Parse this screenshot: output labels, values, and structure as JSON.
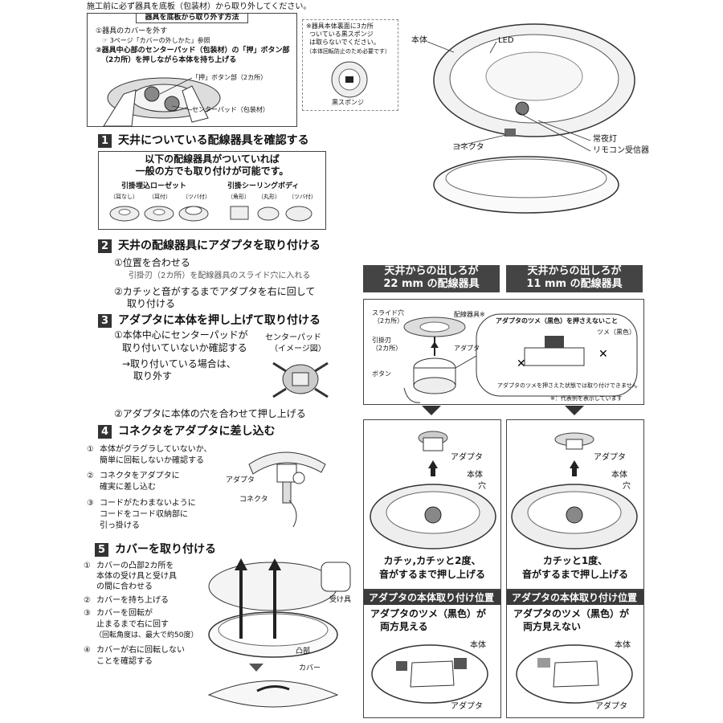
{
  "top_note": "施工前に必ず器具を底板（包装材）から取り外してください。",
  "removal_box": {
    "title": "器具を底板から取り外す方法",
    "step1": "①器具のカバーを外す",
    "step1_ref": "☞ 3ページ「カバーの外しかた」参照",
    "step2_line1": "②器具中心部のセンターパッド（包装材）の「押」ボタン部",
    "step2_line2": "（2カ所）を押しながら本体を持ち上げる",
    "label_push": "「押」ボタン部（2カ所）",
    "label_pad": "センターパッド（包装材）"
  },
  "sponge_note": {
    "line1": "※器具本体裏面に3カ所",
    "line2": "ついている黒スポンジ",
    "line3": "は取らないでください。",
    "line4": "（本体回転防止のため必要です）",
    "label": "黒スポンジ"
  },
  "top_right_diagram": {
    "label_body": "本体",
    "label_led": "LED",
    "label_nightlight": "常夜灯",
    "label_connector": "コネクタ",
    "label_receiver": "リモコン受信器"
  },
  "section1": {
    "num": "1",
    "title": "天井についている配線器具を確認する",
    "box_line1": "以下の配線器具がついていれば",
    "box_line2": "一般の方でも取り付けが可能です。",
    "group1_title": "引掛埋込ローゼット",
    "group1_items": [
      "（耳なし）",
      "（耳付）",
      "（ツバ付）"
    ],
    "group2_title": "引掛シーリングボディ",
    "group2_items": [
      "（角形）",
      "（丸形）",
      "（ツバ付）"
    ]
  },
  "section2": {
    "num": "2",
    "title": "天井の配線器具にアダプタを取り付ける",
    "step1": "①位置を合わせる",
    "step1_detail": "引掛刃（2カ所）を配線器具のスライド穴に入れる",
    "step2_line1": "②カチッと音がするまでアダプタを右に回して",
    "step2_line2": "取り付ける"
  },
  "section3": {
    "num": "3",
    "title": "アダプタに本体を押し上げて取り付ける",
    "step1_line1": "①本体中心にセンターパッドが",
    "step1_line2": "取り付いていないか確認する",
    "step1_line3": "→取り付いている場合は、",
    "step1_line4": "取り外す",
    "pad_label1": "センターパッド",
    "pad_label2": "（イメージ図）",
    "step2": "②アダプタに本体の穴を合わせて押し上げる"
  },
  "section4": {
    "num": "4",
    "title": "コネクタをアダプタに差し込む",
    "items": [
      {
        "n": "①",
        "l1": "本体がグラグラしていないか、",
        "l2": "簡単に回転しないか確認する"
      },
      {
        "n": "②",
        "l1": "コネクタをアダプタに",
        "l2": "確実に差し込む"
      },
      {
        "n": "③",
        "l1": "コードがたわまないように",
        "l2": "コードをコード収納部に",
        "l3": "引っ掛ける"
      }
    ],
    "label_adapter": "アダプタ",
    "label_connector": "コネクタ"
  },
  "section5": {
    "num": "5",
    "title": "カバーを取り付ける",
    "items": [
      {
        "n": "①",
        "l1": "カバーの凸部2カ所を",
        "l2": "本体の受け具と受け具",
        "l3": "の間に合わせる"
      },
      {
        "n": "②",
        "l1": "カバーを持ち上げる"
      },
      {
        "n": "③",
        "l1": "カバーを回転が",
        "l2": "止まるまで右に回す",
        "l3": "（回転角度は、最大で約50度）"
      },
      {
        "n": "④",
        "l1": "カバーが右に回転しない",
        "l2": "ことを確認する"
      }
    ],
    "label_receiver": "受け具",
    "label_protrusion": "凸部",
    "label_cover": "カバー"
  },
  "right_panels": {
    "left_head_l1": "天井からの出しろが",
    "left_head_l2": "22 mm の配線器具",
    "right_head_l1": "天井からの出しろが",
    "right_head_l2": "11 mm の配線器具",
    "detail": {
      "slide_hole": "スライド穴",
      "slide_hole2": "（2カ所）",
      "wiring": "配線器具※",
      "hook_blade": "引掛刃",
      "hook_blade2": "（2カ所）",
      "adapter": "アダプタ",
      "button": "ボタン",
      "warn": "アダプタのツメ（黒色）を押さえないこと",
      "claw": "ツメ（黒色）",
      "warn_note": "アダプタのツメを押さえた状態では取り付けできません",
      "example_note": "※：代表例を表示しています"
    },
    "left_mid": {
      "adapter": "アダプタ",
      "body": "本体",
      "hole": "穴",
      "caption_l1": "カチッ,カチッと2度、",
      "caption_l2": "音がするまで押し上げる"
    },
    "right_mid": {
      "adapter": "アダプタ",
      "body": "本体",
      "hole": "穴",
      "caption_l1": "カチッと1度、",
      "caption_l2": "音がするまで押し上げる"
    },
    "pos_bar": "アダプタの本体取り付け位置",
    "left_bottom": {
      "l1": "アダプタのツメ（黒色）が",
      "l2": "両方見える",
      "body": "本体",
      "adapter": "アダプタ"
    },
    "right_bottom": {
      "l1": "アダプタのツメ（黒色）が",
      "l2": "両方見えない",
      "body": "本体",
      "adapter": "アダプタ"
    }
  }
}
